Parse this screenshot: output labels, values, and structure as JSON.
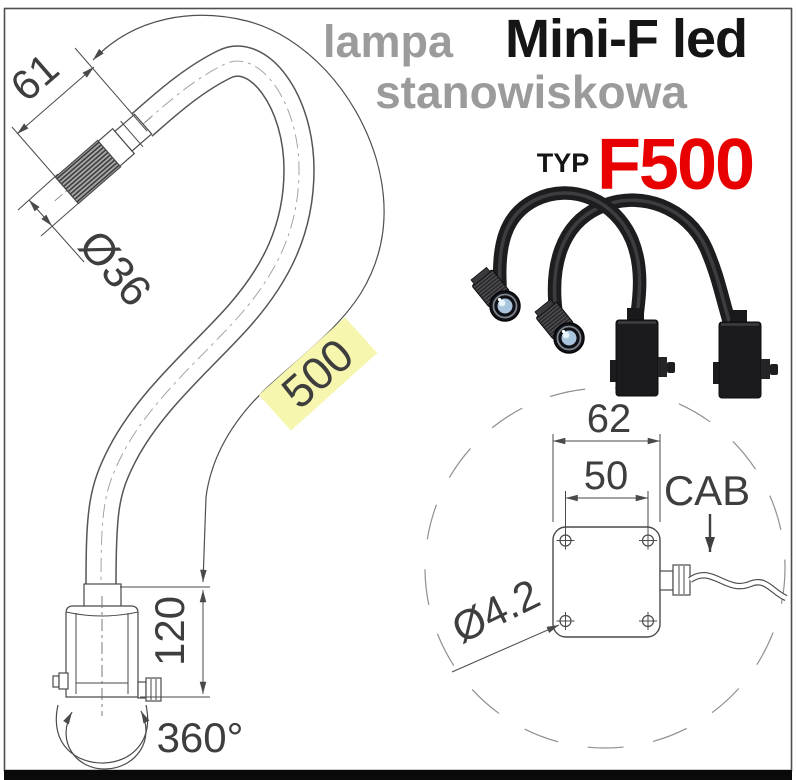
{
  "header": {
    "brand_word_1": "lampa",
    "product_name": "Mini-F led",
    "brand_word_2": "stanowiskowa",
    "type_label": "TYP",
    "type_value": "F500"
  },
  "technical_drawing": {
    "head_length_mm": "61",
    "head_diameter": "Ø36",
    "gooseneck_length_mm": "500",
    "base_height_mm": "120",
    "rotation_range": "360°"
  },
  "mounting_detail": {
    "plate_width_mm": "62",
    "hole_spacing_mm": "50",
    "cable_label": "CAB",
    "hole_diameter": "Ø4.2"
  },
  "colors": {
    "accent_red": "#e80000",
    "gray_text": "#9b9b9b",
    "highlight_yellow": "#f6f6ae",
    "line_gray": "#4a4a4a"
  }
}
